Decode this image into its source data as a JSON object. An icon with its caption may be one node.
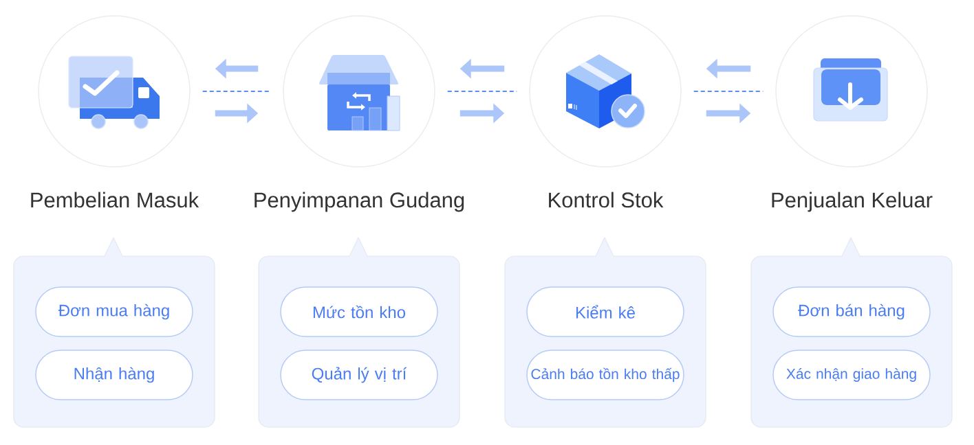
{
  "diagram": {
    "nodes": [
      {
        "text": [
          "Pembelian Masuk"
        ]
      },
      {
        "text": [
          "Penyimpanan Gudang"
        ]
      },
      {
        "text": [
          "Kontrol Stok"
        ]
      },
      {
        "text": [
          "Penjualan Keluar"
        ]
      },
      {
        "text": [],
        "shape": "box"
      },
      {
        "text": [
          "Đơn mua hàng"
        ],
        "in": 4
      },
      {
        "text": [
          "Nhận hàng"
        ],
        "in": 4
      },
      {
        "text": [],
        "shape": "box"
      },
      {
        "text": [
          "Mức tồn kho"
        ],
        "in": 7
      },
      {
        "text": [
          "Quản lý vị trí"
        ],
        "in": 7
      },
      {
        "text": [],
        "shape": "box"
      },
      {
        "text": [
          "Kiểm kê"
        ],
        "in": 10
      },
      {
        "text": [
          "Cảnh báo tồn kho thấp"
        ],
        "in": 10
      },
      {
        "text": [],
        "shape": "box"
      },
      {
        "text": [
          "Đơn bán hàng"
        ],
        "in": 13
      },
      {
        "text": [
          "Xác nhận giao hàng"
        ],
        "in": 13
      }
    ],
    "edges": [
      {
        "from": 1,
        "to": 0,
        "arrow": "to"
      },
      {
        "from": 0,
        "to": 1,
        "arrow": "none",
        "style": "dashed",
        "color": "#5b8cf0"
      },
      {
        "from": 0,
        "to": 1,
        "arrow": "to"
      },
      {
        "from": 2,
        "to": 1,
        "arrow": "to"
      },
      {
        "from": 1,
        "to": 2,
        "arrow": "none",
        "style": "dashed",
        "color": "#5b8cf0"
      },
      {
        "from": 1,
        "to": 2,
        "arrow": "to"
      },
      {
        "from": 3,
        "to": 2,
        "arrow": "to"
      },
      {
        "from": 2,
        "to": 3,
        "arrow": "none",
        "style": "dashed",
        "color": "#5b8cf0"
      },
      {
        "from": 2,
        "to": 3,
        "arrow": "to"
      }
    ]
  }
}
